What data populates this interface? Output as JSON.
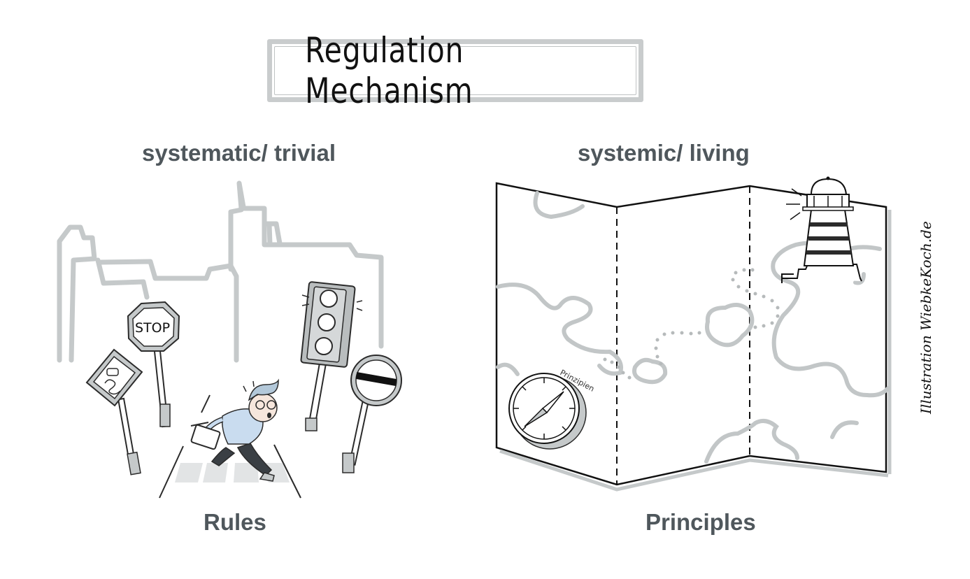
{
  "title": "Regulation Mechanism",
  "left": {
    "heading": "systematic/ trivial",
    "caption": "Rules",
    "stop_sign_text": "STOP"
  },
  "right": {
    "heading": "systemic/ living",
    "caption": "Principles",
    "compass_label": "Prinzipien"
  },
  "credit": "Illustration WiebkeKoch.de",
  "colors": {
    "skyline_gray": "#c5c9ca",
    "text_gray": "#4f575c",
    "traffic_light_gray": "#b9bdbe",
    "shirt_blue": "#c9dcef",
    "hair_blue": "#b3c8d9",
    "crosswalk": "#e2e4e5",
    "land_lines": "#c2c6c7",
    "dotted_path": "#b6babb"
  },
  "icons": [
    "stop-sign-icon",
    "slippery-road-sign-icon",
    "no-entry-sign-icon",
    "traffic-light-icon",
    "pedestrian-figure",
    "skyline",
    "folded-map",
    "lighthouse-icon",
    "compass-icon"
  ]
}
